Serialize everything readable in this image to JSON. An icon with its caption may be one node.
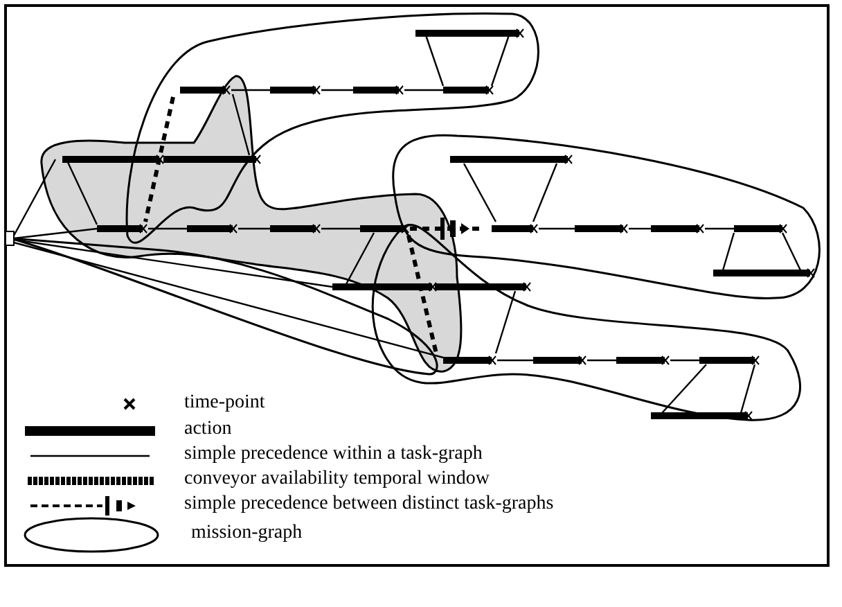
{
  "diagram": {
    "legend": [
      {
        "text": "time-point"
      },
      {
        "text": "action"
      },
      {
        "text": "simple precedence within a task-graph"
      },
      {
        "text": "conveyor availability temporal window"
      },
      {
        "text": "simple precedence between distinct task-graphs"
      },
      {
        "text": "mission-graph"
      }
    ]
  }
}
